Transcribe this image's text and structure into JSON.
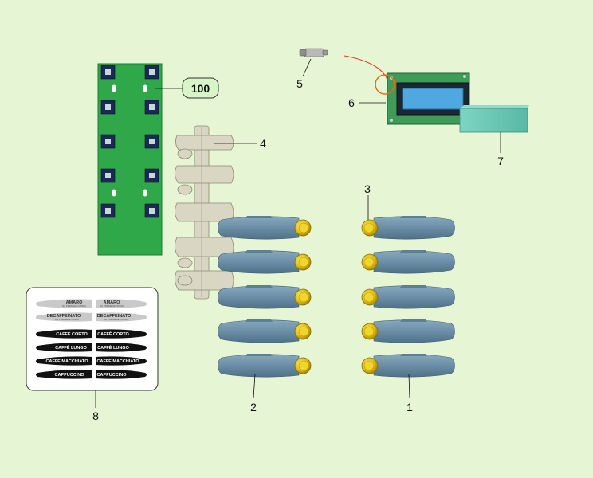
{
  "callouts": {
    "c100": "100",
    "c1": "1",
    "c2": "2",
    "c3": "3",
    "c4": "4",
    "c5": "5",
    "c6": "6",
    "c7": "7",
    "c8": "8"
  },
  "labels": {
    "amaro": "AMARO",
    "amaro_sub": "DA PREMERE PRIMA",
    "decaf": "DECAFFEINATO",
    "decaf_sub": "DA PREMERE PRIMA",
    "corto": "CAFFÈ CORTO",
    "lungo": "CAFFÈ LUNGO",
    "macchiato": "CAFFÈ MACCHIATO",
    "cappuccino": "CAPPUCCINO"
  },
  "colors": {
    "background": "#e6f5d3",
    "pcb": "#2fa84a",
    "button": "#6b8ea6",
    "knob": "#e0c21a",
    "holder": "#d9d6c3",
    "display": "#4fa8e0",
    "cover": "#66c8b4"
  }
}
